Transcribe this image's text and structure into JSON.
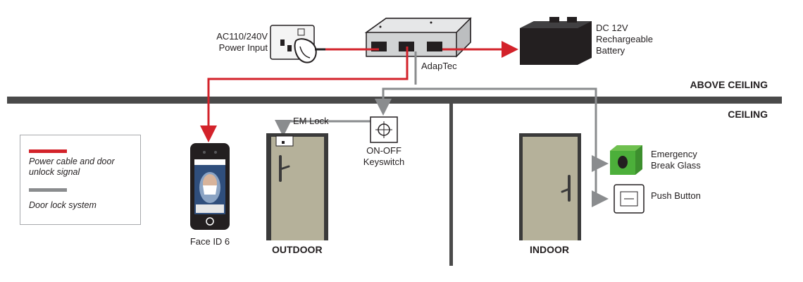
{
  "diagram": {
    "zones": {
      "above_ceiling": "ABOVE CEILING",
      "ceiling": "CEILING",
      "outdoor": "OUTDOOR",
      "indoor": "INDOOR"
    },
    "devices": {
      "power_input": "AC110/240V\nPower Input",
      "adaptec": "AdapTec",
      "battery": "DC 12V\nRechargeable\nBattery",
      "em_lock": "EM Lock",
      "keyswitch": "ON-OFF\nKeyswitch",
      "face_id": "Face ID 6",
      "break_glass": "Emergency\nBreak Glass",
      "push_button": "Push Button"
    },
    "legend": [
      {
        "label": "Power cable and door\nunlock signal",
        "color": "#d3222a"
      },
      {
        "label": "Door lock system",
        "color": "#8a8c8e"
      }
    ],
    "colors": {
      "power": "#d3222a",
      "lock": "#8a8c8e",
      "door": "#b5b19a",
      "door_frame": "#3a3a3a",
      "ceiling": "#4a4a4a",
      "break_glass": "#4caf3a"
    }
  }
}
